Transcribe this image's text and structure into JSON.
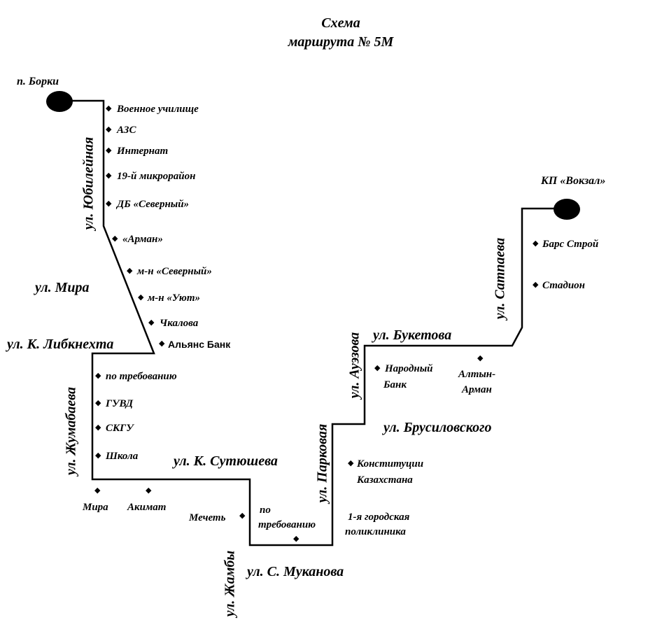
{
  "title": {
    "line1": "Схема",
    "line2": "маршрута № 5М"
  },
  "terminals": {
    "start": "п. Борки",
    "end": "КП «Вокзал»"
  },
  "streets": {
    "yubileynaya": "ул. Юбилейная",
    "mira": "ул. Мира",
    "liebknecht": "ул. К. Либкнехта",
    "zhumabaeva": "ул. Жумабаева",
    "sutyusheva": "ул. К. Сутюшева",
    "zhamby": "ул. Жамбы",
    "mukanova": "ул. С. Муканова",
    "parkovaya": "ул. Парковая",
    "auezova": "ул. Ауэзова",
    "brusilovskogo": "ул. Брусиловского",
    "buketova": "ул. Букетова",
    "satpaeva": "ул. Сатпаева"
  },
  "stops": {
    "voennoe": "Военное училище",
    "azs": "АЗС",
    "internat": "Интернат",
    "mkr19": "19-й микрорайон",
    "db": "ДБ «Северный»",
    "arman": "«Арман»",
    "severny": "м-н «Северный»",
    "uyut": "м-н «Уют»",
    "chkalova": "Чкалова",
    "alyans": "Альянс Банк",
    "po_treb1": "по требованию",
    "guvd": "ГУВД",
    "skgu": "СКГУ",
    "shkola": "Школа",
    "mira": "Мира",
    "akimat": "Акимат",
    "mechet": "Мечеть",
    "po_treb2_l1": "по",
    "po_treb2_l2": "требованию",
    "konst_l1": "Конституции",
    "konst_l2": "Казахстана",
    "poliklinika_l1": "1-я городская",
    "poliklinika_l2": "поликлиника",
    "narodny_l1": "Народный",
    "narodny_l2": "Банк",
    "altyn_l1": "Алтын-",
    "altyn_l2": "Арман",
    "bars": "Барс Строй",
    "stadion": "Стадион"
  }
}
